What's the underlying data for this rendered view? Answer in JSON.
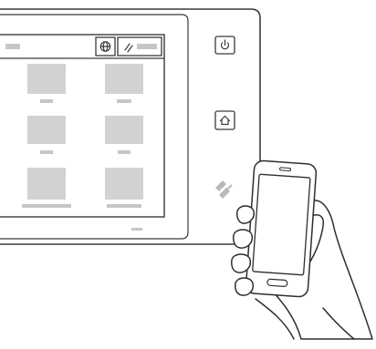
{
  "image_kind": "device-illustration",
  "colors": {
    "outline": "#3a3a3a",
    "tile": "#d2d2d2",
    "label_bar": "#c6c6c6",
    "nfc_mark": "#b8b8b8",
    "background": "#ffffff"
  },
  "printer_panel": {
    "touchscreen": {
      "top_bar": {
        "left_field": "blank-field",
        "language_button_icon": "globe-icon",
        "login_button_icon": "key-icon"
      },
      "app_tiles_visible": 6,
      "app_tile_labels": "placeholder-bars"
    },
    "hard_buttons": [
      {
        "name": "power",
        "icon": "power-icon"
      },
      {
        "name": "home",
        "icon": "home-icon"
      }
    ],
    "nfc_area_icon": "nfc-icon"
  },
  "mobile_device": {
    "screen": "blank",
    "held_by": "hand"
  }
}
